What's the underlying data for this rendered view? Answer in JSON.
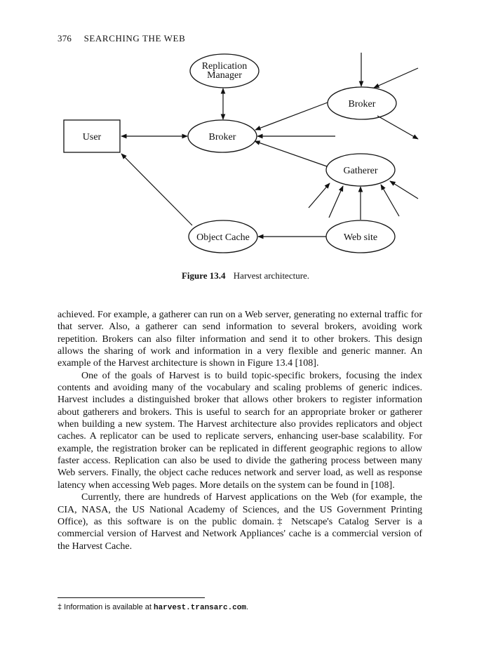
{
  "header": {
    "page_number": "376",
    "running_title": "SEARCHING THE WEB"
  },
  "figure": {
    "nodes": {
      "replication_manager_line1": "Replication",
      "replication_manager_line2": "Manager",
      "user": "User",
      "broker_center": "Broker",
      "broker_right": "Broker",
      "gatherer": "Gatherer",
      "object_cache": "Object Cache",
      "web_site": "Web site"
    },
    "caption_label": "Figure 13.4",
    "caption_text": "Harvest architecture."
  },
  "body": {
    "paragraph1": "achieved. For example, a gatherer can run on a Web server, generating no external traffic for that server. Also, a gatherer can send information to several brokers, avoiding work repetition. Brokers can also filter information and send it to other brokers. This design allows the sharing of work and information in a very flexible and generic manner. An example of the Harvest architecture is shown in Figure 13.4 [108].",
    "paragraph2": "One of the goals of Harvest is to build topic-specific brokers, focusing the index contents and avoiding many of the vocabulary and scaling problems of generic indices. Harvest includes a distinguished broker that allows other brokers to register information about gatherers and brokers. This is useful to search for an appropriate broker or gatherer when building a new system. The Harvest architecture also provides replicators and object caches. A replicator can be used to replicate servers, enhancing user-base scalability. For example, the registration broker can be replicated in different geographic regions to allow faster access. Replication can also be used to divide the gathering process between many Web servers. Finally, the object cache reduces network and server load, as well as response latency when accessing Web pages. More details on the system can be found in [108].",
    "paragraph3": "Currently, there are hundreds of Harvest applications on the Web (for example, the CIA, NASA, the US National Academy of Sciences, and the US Government Printing Office), as this software is on the public domain.‡ Netscape's Catalog Server is a commercial version of Harvest and Network Appliances' cache is a commercial version of the Harvest Cache."
  },
  "footnote": {
    "prefix": "‡ Information is available at ",
    "url": "harvest.transarc.com",
    "suffix": "."
  }
}
